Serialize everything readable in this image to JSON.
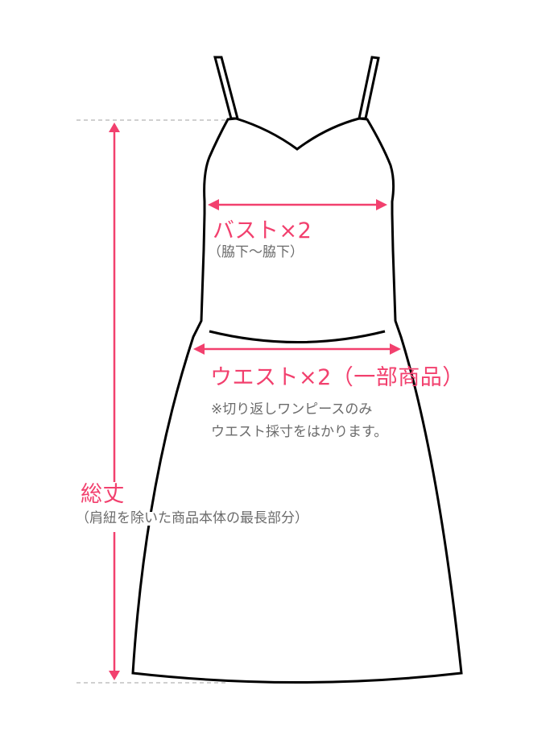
{
  "diagram": {
    "type": "garment-measurement-guide",
    "garment": "camisole dress",
    "colors": {
      "accent": "#f2406e",
      "outline": "#000000",
      "note_text": "#6b6b6b",
      "guide_line": "#b4b4b4"
    },
    "measurements": {
      "bust": {
        "label": "バスト×2",
        "note": "（脇下〜脇下）"
      },
      "waist": {
        "label": "ウエスト×2（一部商品）",
        "note_line1": "※切り返しワンピースのみ",
        "note_line2": "ウエスト採寸をはかります。"
      },
      "length": {
        "label": "総丈",
        "note": "（肩紐を除いた商品本体の最長部分）"
      }
    }
  }
}
